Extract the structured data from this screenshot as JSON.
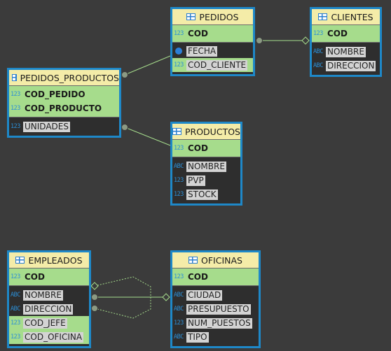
{
  "entities": {
    "pedidos": {
      "title": "PEDIDOS",
      "pk": [
        {
          "type": "123",
          "name": "COD"
        }
      ],
      "attrs": [
        {
          "type": "clock-icon",
          "name": "FECHA"
        },
        {
          "type": "123",
          "name": "COD_CLIENTE"
        }
      ]
    },
    "clientes": {
      "title": "CLIENTES",
      "pk": [
        {
          "type": "123",
          "name": "COD"
        }
      ],
      "attrs": [
        {
          "type": "ABC",
          "name": "NOMBRE"
        },
        {
          "type": "ABC",
          "name": "DIRECCION"
        }
      ]
    },
    "pedidos_productos": {
      "title": "PEDIDOS_PRODUCTOS",
      "pk": [
        {
          "type": "123",
          "name": "COD_PEDIDO"
        },
        {
          "type": "123",
          "name": "COD_PRODUCTO"
        }
      ],
      "attrs": [
        {
          "type": "123",
          "name": "UNIDADES"
        }
      ]
    },
    "productos": {
      "title": "PRODUCTOS",
      "pk": [
        {
          "type": "123",
          "name": "COD"
        }
      ],
      "attrs": [
        {
          "type": "ABC",
          "name": "NOMBRE"
        },
        {
          "type": "123",
          "name": "PVP"
        },
        {
          "type": "123",
          "name": "STOCK"
        }
      ]
    },
    "empleados": {
      "title": "EMPLEADOS",
      "pk": [
        {
          "type": "123",
          "name": "COD"
        }
      ],
      "attrs": [
        {
          "type": "ABC",
          "name": "NOMBRE"
        },
        {
          "type": "ABC",
          "name": "DIRECCION"
        },
        {
          "type": "123",
          "name": "COD_JEFE"
        },
        {
          "type": "123",
          "name": "COD_OFICINA"
        }
      ]
    },
    "oficinas": {
      "title": "OFICINAS",
      "pk": [
        {
          "type": "123",
          "name": "COD"
        }
      ],
      "attrs": [
        {
          "type": "ABC",
          "name": "CIUDAD"
        },
        {
          "type": "ABC",
          "name": "PRESUPUESTO"
        },
        {
          "type": "123",
          "name": "NUM_PUESTOS"
        },
        {
          "type": "ABC",
          "name": "TIPO"
        }
      ]
    }
  },
  "colors": {
    "background": "#3b3b3b",
    "border": "#1e88c8",
    "header": "#f4eca8",
    "key": "#a6dc8c",
    "link": "#a6dc8c"
  }
}
